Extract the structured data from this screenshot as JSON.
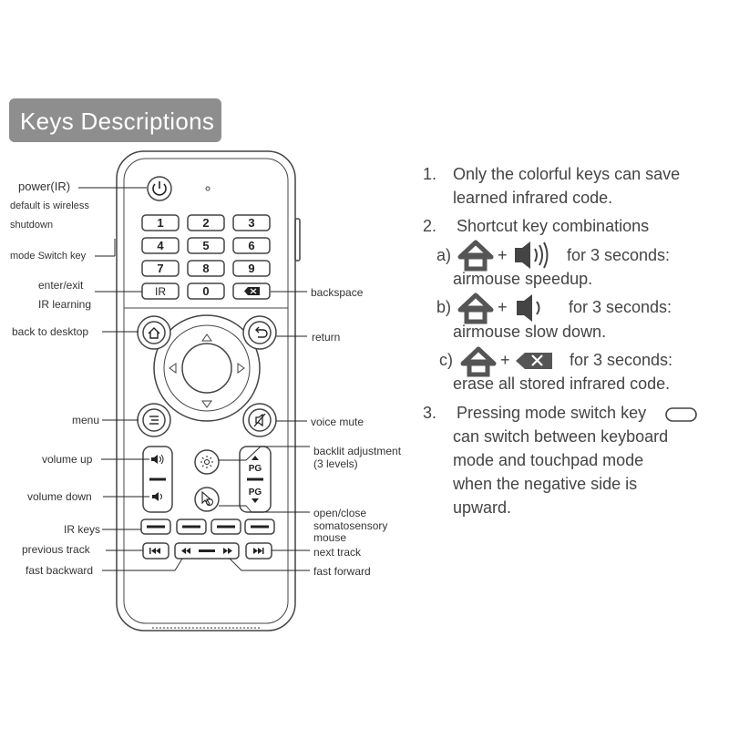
{
  "title": "Keys Descriptions",
  "remote": {
    "digit_keys": [
      "1",
      "2",
      "3",
      "4",
      "5",
      "6",
      "7",
      "8",
      "9"
    ],
    "ir_key": "IR",
    "zero_key": "0",
    "pg_up": "PG",
    "pg_down": "PG"
  },
  "labels": {
    "power": "power(IR)",
    "power_sub1": "default is wireless",
    "power_sub2": "shutdown",
    "mode_switch": "mode Switch key",
    "enter_exit": "enter/exit",
    "ir_learning": "IR learning",
    "back_to_desktop": "back to desktop",
    "menu": "menu",
    "volume_up": "volume up",
    "volume_down": "volume down",
    "ir_keys": "IR keys",
    "previous_track": "previous track",
    "fast_backward": "fast backward",
    "backspace": "backspace",
    "return": "return",
    "voice_mute": "voice mute",
    "backlit1": "backlit adjustment",
    "backlit2": "(3 levels)",
    "somato1": "open/close",
    "somato2": "somatosensory",
    "somato3": "mouse",
    "next_track": "next track",
    "fast_forward": "fast forward"
  },
  "notes": {
    "n1_num": "1.",
    "n1_line1": "Only the colorful keys can save",
    "n1_line2": "learned infrared code.",
    "n2_num": "2.",
    "n2_line1": "Shortcut key combinations",
    "a_label": "a)",
    "a_plus": "+",
    "a_tail": "for 3 seconds:",
    "a_desc": "airmouse speedup.",
    "b_label": "b)",
    "b_plus": "+",
    "b_tail": "for 3 seconds:",
    "b_desc": "airmouse slow down.",
    "c_label": "c)",
    "c_plus": "+",
    "c_tail": "for 3 seconds:",
    "c_desc": "erase all stored infrared code.",
    "n3_num": "3.",
    "n3_line1": "Pressing mode switch key",
    "n3_line2": "can switch between keyboard",
    "n3_line3": "mode and touchpad mode",
    "n3_line4": "when the negative side is",
    "n3_line5": "upward."
  },
  "colors": {
    "title_bg": "#8e8e8e",
    "outline": "#444444",
    "text": "#444444"
  }
}
